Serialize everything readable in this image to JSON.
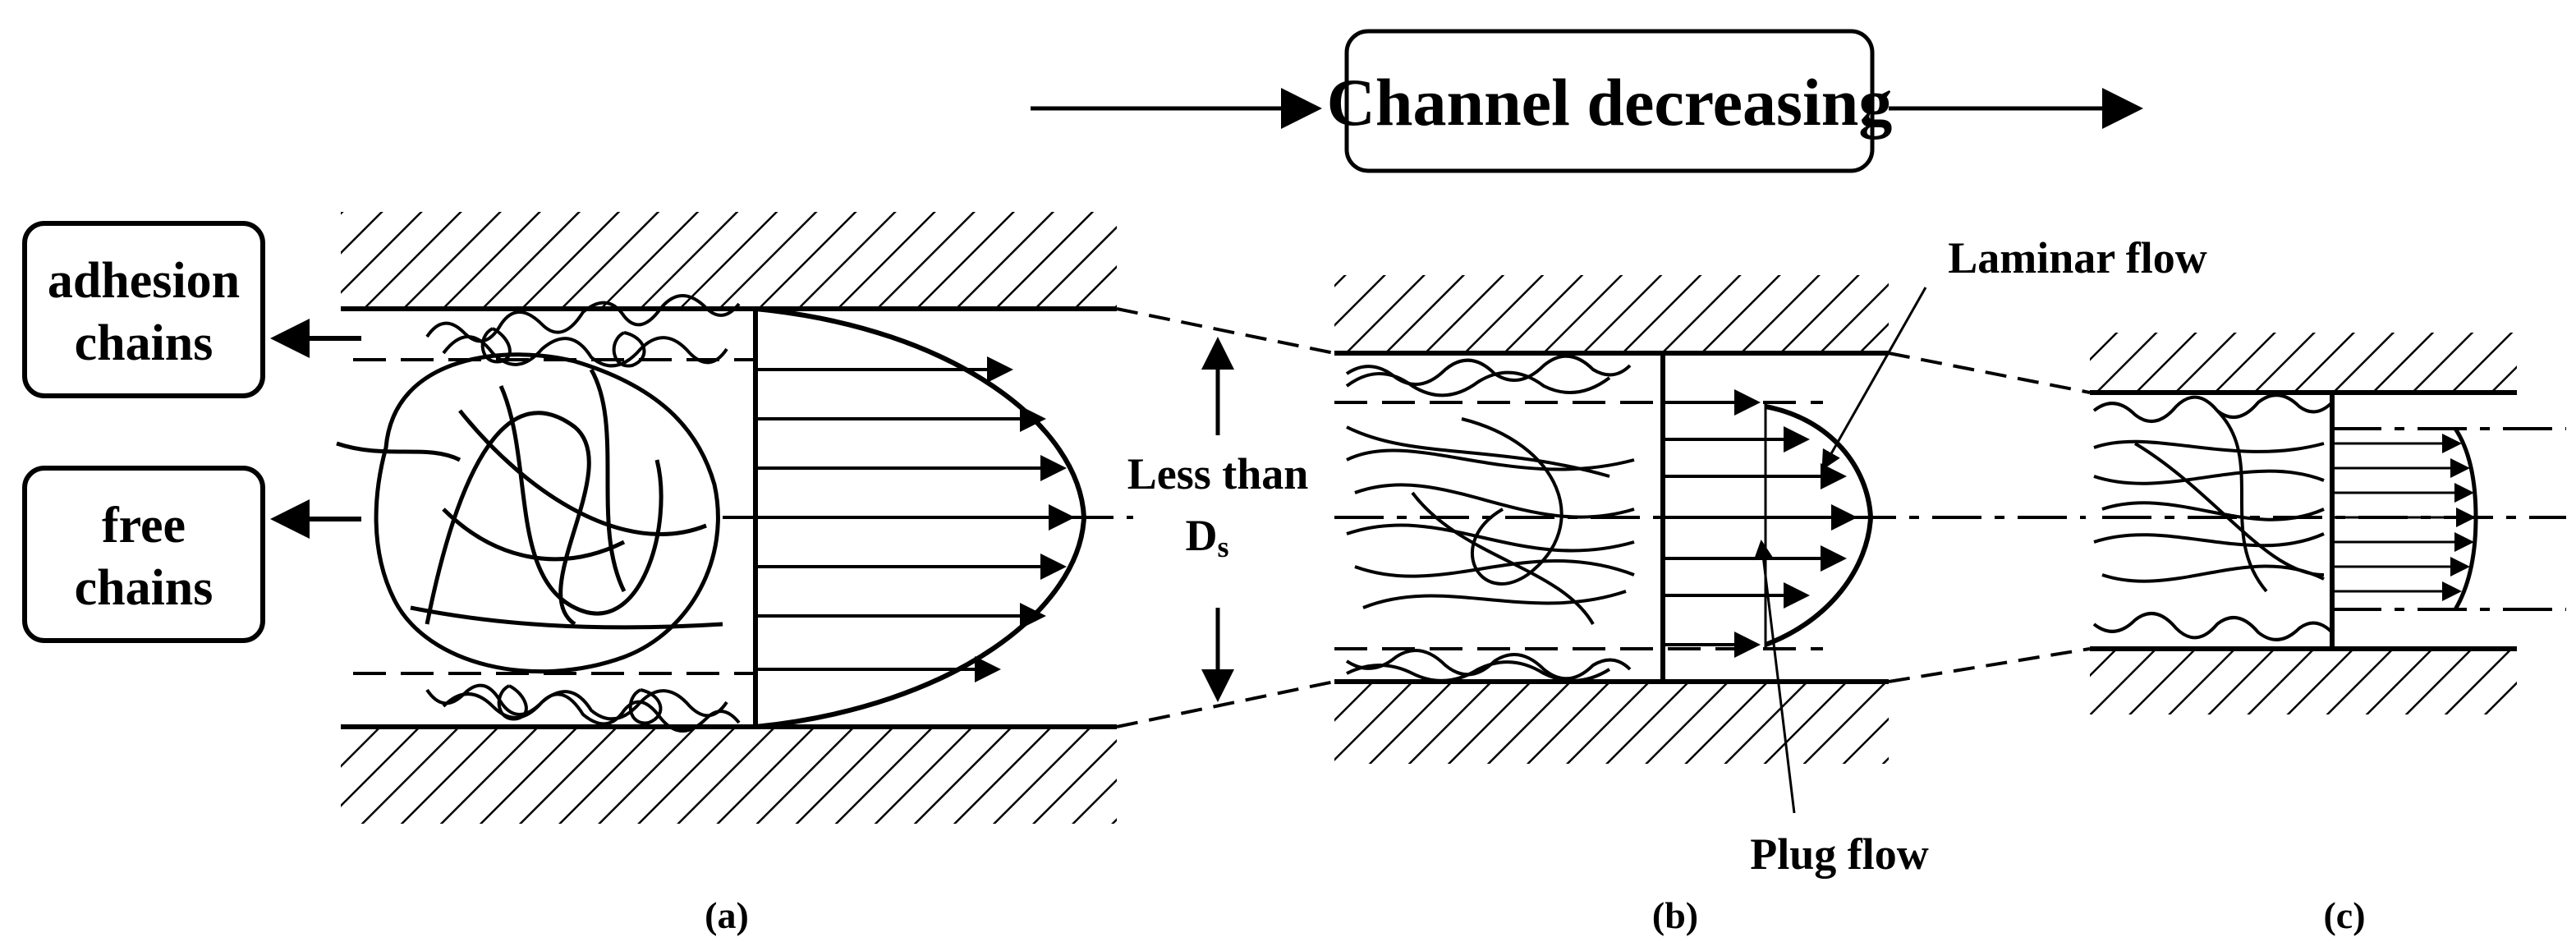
{
  "title": "Channel decreasing",
  "boxes": {
    "adhesion_line1": "adhesion",
    "adhesion_line2": "chains",
    "free_line1": "free",
    "free_line2": "chains"
  },
  "annotations": {
    "less_than": "Less than",
    "ds_main": "D",
    "ds_sub": "s",
    "laminar": "Laminar flow",
    "plug": "Plug flow"
  },
  "panels": [
    "(a)",
    "(b)",
    "(c)"
  ],
  "colors": {
    "ink": "#000000",
    "background": "#ffffff"
  }
}
